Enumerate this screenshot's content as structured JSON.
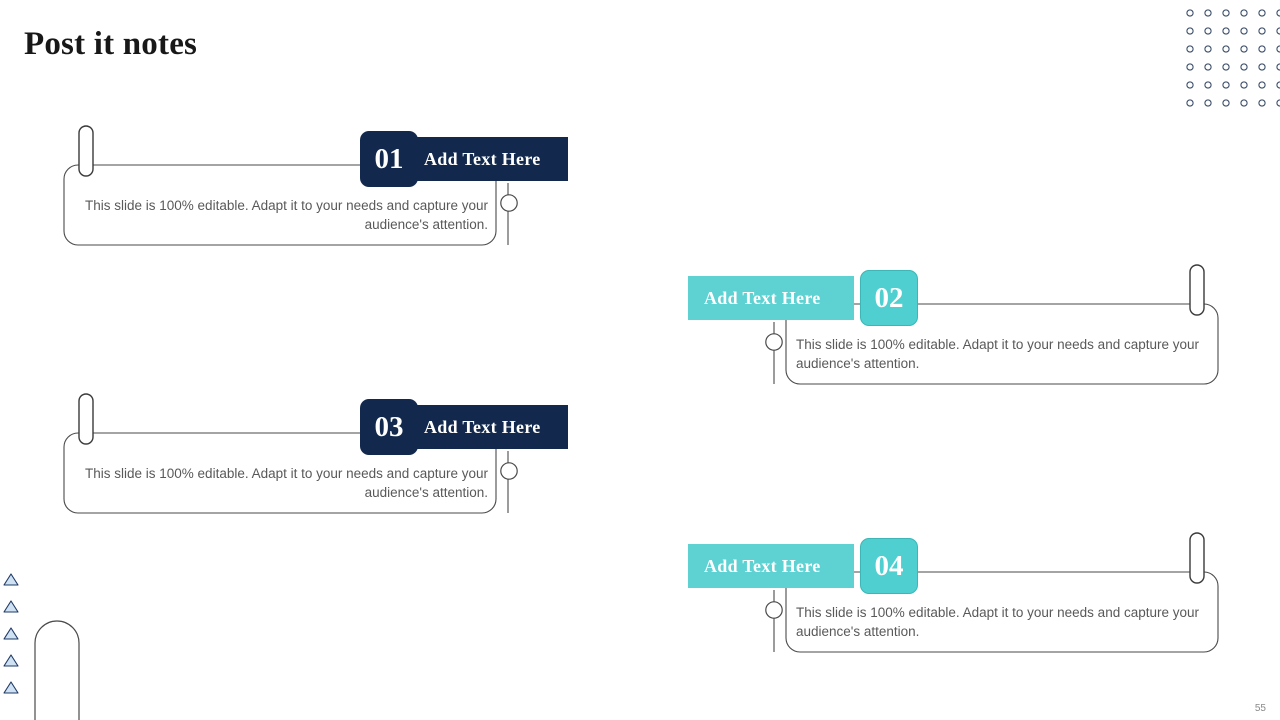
{
  "slide": {
    "title": "Post it notes",
    "page_number": "55",
    "background": "#ffffff"
  },
  "theme": {
    "navy": "#12294d",
    "teal": "#5ed2d2",
    "teal_badge": "#4fcfcf",
    "teal_badge_border": "#3cb6b6",
    "body_text": "#595959",
    "frame_stroke": "#4a4a4a",
    "triangle_fill": "#cfe2f3",
    "triangle_stroke": "#1f3864",
    "dot_stroke": "#3d4f6b"
  },
  "items": [
    {
      "number": "01",
      "label": "Add Text Here",
      "body": "This slide is 100% editable. Adapt it to your needs and capture your audience's attention.",
      "side": "left",
      "color": "navy",
      "clip_icon": "paperclip-icon",
      "connector_icon": "connector-circle-icon"
    },
    {
      "number": "02",
      "label": "Add Text Here",
      "body": "This slide is 100% editable. Adapt it to your needs and capture your audience's attention.",
      "side": "right",
      "color": "teal",
      "clip_icon": "paperclip-icon",
      "connector_icon": "connector-circle-icon"
    },
    {
      "number": "03",
      "label": "Add Text Here",
      "body": "This slide is 100% editable. Adapt it to your needs and capture your audience's attention.",
      "side": "left",
      "color": "navy",
      "clip_icon": "paperclip-icon",
      "connector_icon": "connector-circle-icon"
    },
    {
      "number": "04",
      "label": "Add Text Here",
      "body": "This slide is 100% editable. Adapt it to your needs and capture your audience's attention.",
      "side": "right",
      "color": "teal",
      "clip_icon": "paperclip-icon",
      "connector_icon": "connector-circle-icon"
    }
  ],
  "decorations": {
    "dot_grid": {
      "name": "dot-grid-decoration",
      "rows": 6,
      "cols": 6,
      "spacing": 18,
      "radius": 3
    },
    "triangles": {
      "name": "triangle-stack-decoration",
      "count": 5,
      "spacing": 27,
      "size": 14
    },
    "big_clip": {
      "name": "large-paperclip-decoration"
    }
  }
}
